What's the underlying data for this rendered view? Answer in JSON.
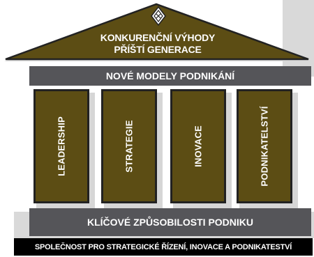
{
  "roof": {
    "title_line1": "KONKURENČNÍ VÝHODY",
    "title_line2": "PŘÍŠTÍ GENERACE",
    "logo_icon": "diamond-logo-icon"
  },
  "beam": {
    "label": "NOVÉ MODELY PODNIKÁNÍ"
  },
  "pillars": [
    {
      "label": "LEADERSHIP"
    },
    {
      "label": "STRATEGIE"
    },
    {
      "label": "INOVACE"
    },
    {
      "label": "PODNIKATELSTVÍ"
    }
  ],
  "foundation": {
    "label": "KLÍČOVÉ ZPŮSOBILOSTI PODNIKU"
  },
  "footer": {
    "text": "SPOLEČNOST PRO STRATEGICKÉ ŘÍZENÍ, INOVACE A PODNIKATESTVÍ"
  },
  "colors": {
    "roof": "#5c4d14",
    "pillar": "#5c4d14",
    "band": "#555559",
    "footer": "#000000",
    "shadow": "#d9d9d9"
  }
}
